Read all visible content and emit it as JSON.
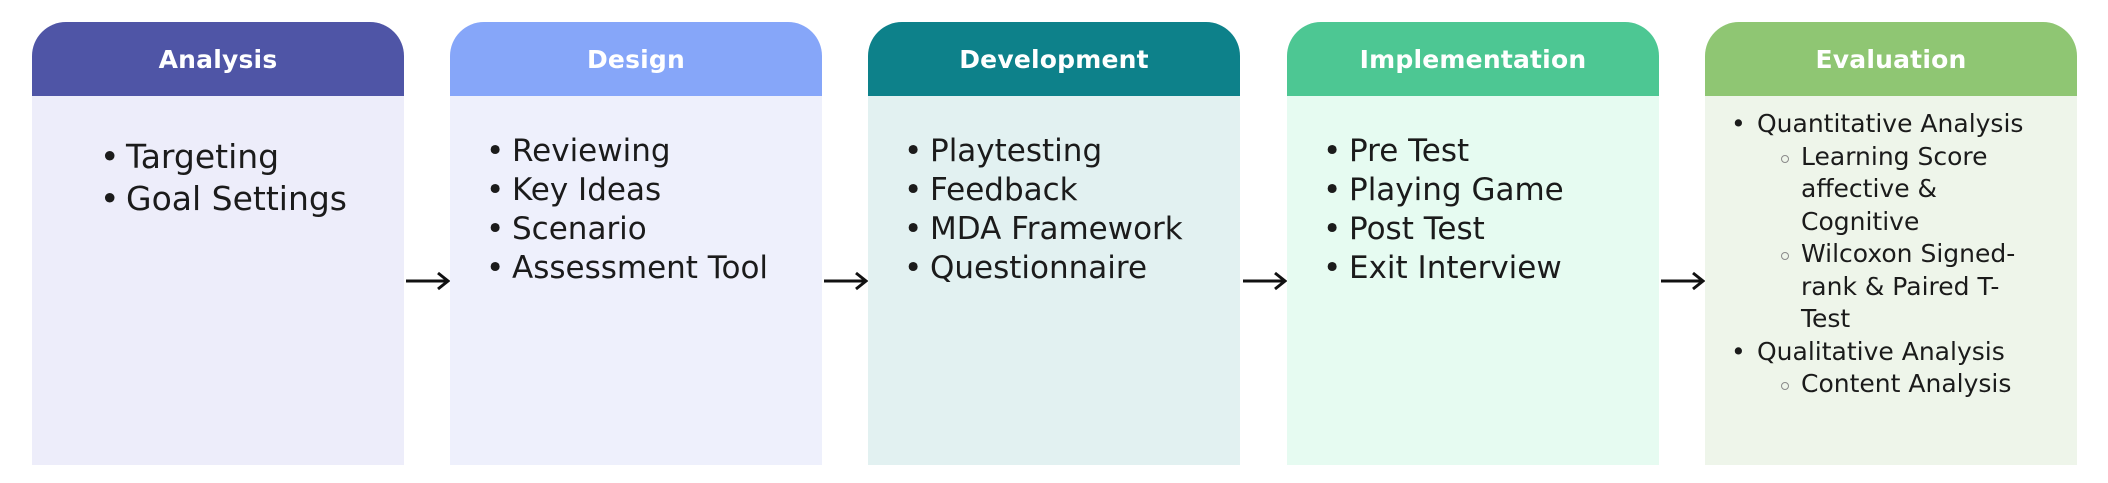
{
  "phases": [
    {
      "title": "Analysis",
      "header_color": "#4f55a6",
      "body_color": "#ededfa",
      "items": [
        {
          "text": "Targeting",
          "sub": []
        },
        {
          "text": "Goal Settings",
          "sub": []
        }
      ]
    },
    {
      "title": "Design",
      "header_color": "#86a6f9",
      "body_color": "#eef0fc",
      "items": [
        {
          "text": "Reviewing",
          "sub": []
        },
        {
          "text": "Key Ideas",
          "sub": []
        },
        {
          "text": "Scenario",
          "sub": []
        },
        {
          "text": "Assessment Tool",
          "sub": []
        }
      ]
    },
    {
      "title": "Development",
      "header_color": "#0d818a",
      "body_color": "#e2f1f1",
      "items": [
        {
          "text": "Playtesting",
          "sub": []
        },
        {
          "text": "Feedback",
          "sub": []
        },
        {
          "text": "MDA Framework",
          "sub": []
        },
        {
          "text": "Questionnaire",
          "sub": []
        }
      ]
    },
    {
      "title": "Implementation",
      "header_color": "#4dc793",
      "body_color": "#e6fbf1",
      "items": [
        {
          "text": "Pre Test",
          "sub": []
        },
        {
          "text": "Playing Game",
          "sub": []
        },
        {
          "text": "Post Test",
          "sub": []
        },
        {
          "text": "Exit Interview",
          "sub": []
        }
      ]
    },
    {
      "title": "Evaluation",
      "header_color": "#8fc673",
      "body_color": "#eef5ea",
      "items": [
        {
          "text": "Quantitative Analysis",
          "sub": [
            "Learning Score affective & Cognitive",
            "Wilcoxon Signed-rank & Paired T-Test"
          ]
        },
        {
          "text": "Qualitative Analysis",
          "sub": [
            "Content Analysis"
          ]
        }
      ]
    }
  ]
}
